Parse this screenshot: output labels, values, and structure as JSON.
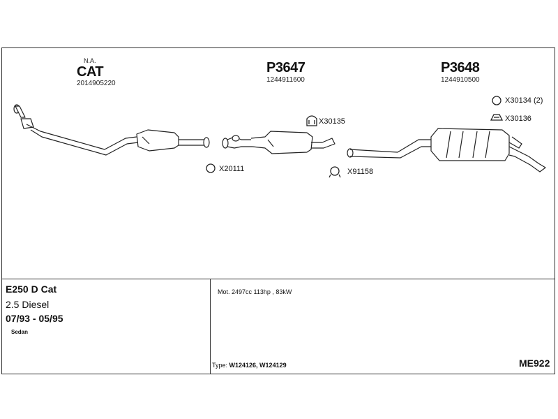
{
  "parts": {
    "cat": {
      "note": "N.A.",
      "label": "CAT",
      "number": "2014905220"
    },
    "p3647": {
      "label": "P3647",
      "number": "1244911600"
    },
    "p3648": {
      "label": "P3648",
      "number": "1244910500"
    }
  },
  "fittings": {
    "x30135": "X30135",
    "x20111": "X20111",
    "x91158": "X91158",
    "x30134": "X30134 (2)",
    "x30136": "X30136"
  },
  "vehicle": {
    "model": "E250 D Cat",
    "engine": "2.5 Diesel",
    "years": "07/93 - 05/95",
    "body": "Sedan"
  },
  "specs": {
    "motor": "Mot. 2497cc 113hp , 83kW",
    "type_label": "Type:",
    "type_value": "W124126, W124129"
  },
  "reference": "ME922"
}
